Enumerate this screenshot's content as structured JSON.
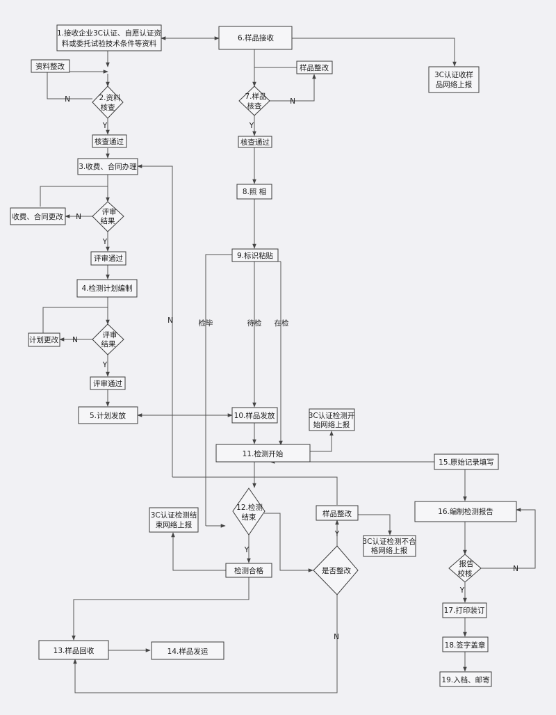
{
  "nodes": {
    "n1a": "1.接收企业3C认证、自愿认证资",
    "n1b": "料或委托试验技术条件等资料",
    "n2a": "2.资料",
    "n2b": "核查",
    "n3": "3.收费、合同办理",
    "n4": "4.检测计划编制",
    "n5": "5.计划发放",
    "n6": "6.样品接收",
    "n7a": "7.样品",
    "n7b": "核查",
    "n8": "8.照  相",
    "n9": "9.标识粘贴",
    "n10": "10.样品发放",
    "n11": "11.检测开始",
    "n12a": "12.检测",
    "n12b": "结束",
    "n13": "13.样品回收",
    "n14": "14.样品发运",
    "n15": "15.原始记录填写",
    "n16": "16.编制检测报告",
    "n16da": "报告",
    "n16db": "校核",
    "n17": "17.打印装订",
    "n18": "18.签字盖章",
    "n19": "19.入档、邮寄",
    "rev1a": "评审",
    "rev1b": "结果",
    "rev2a": "评审",
    "rev2b": "结果",
    "fix_docs": "资料整改",
    "pass_docs": "核查通过",
    "fix_sample_top": "样品整改",
    "pass_sample": "核查通过",
    "fix_contract": "收费、合同更改",
    "pass_review1": "评审通过",
    "fix_plan": "计划更改",
    "pass_review2": "评审通过",
    "report_3c_recv_a": "3C认证收样",
    "report_3c_recv_b": "品网络上报",
    "report_3c_start_a": "3C认证检测开",
    "report_3c_start_b": "始网络上报",
    "report_3c_end_a": "3C认证检测结",
    "report_3c_end_b": "束网络上报",
    "report_3c_fail_a": "3C认证检测不合",
    "report_3c_fail_b": "格网络上报",
    "fix_sample_mid": "样品整改",
    "pass_test": "检测合格",
    "q_rectify": "是否整改",
    "lbl_done": "检毕",
    "lbl_wait": "待检",
    "lbl_inprog": "在检",
    "Y": "Y",
    "N": "N"
  }
}
